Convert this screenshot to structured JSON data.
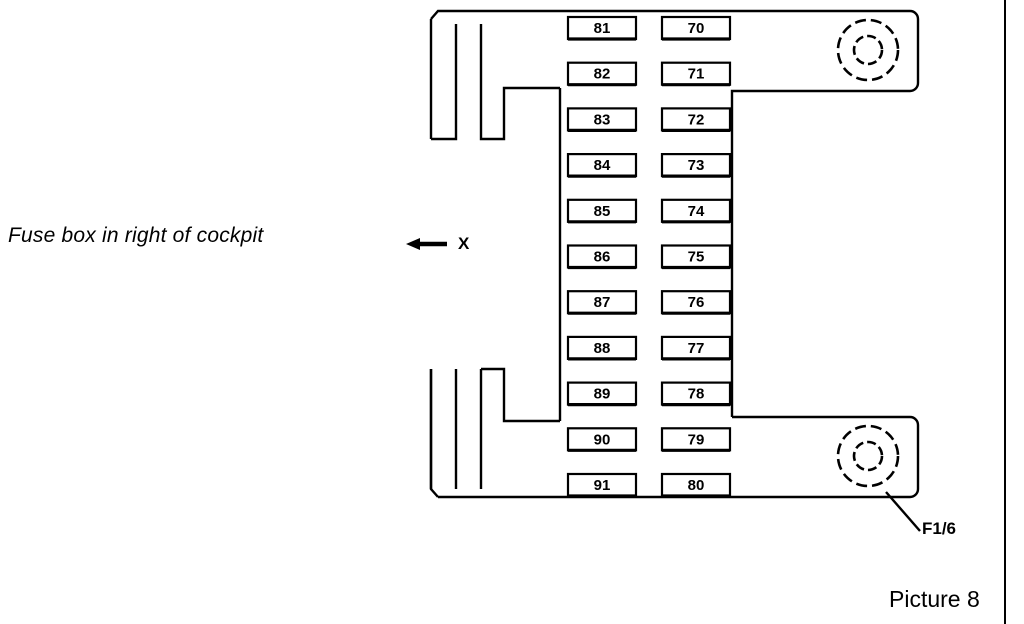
{
  "page": {
    "caption_left": "Fuse box in right of cockpit",
    "marker_label": "X",
    "callout_label": "F1/6",
    "picture_caption": "Picture 8"
  },
  "fuse_box": {
    "left_column": {
      "name": "fuse-column-left",
      "slots": [
        "81",
        "82",
        "83",
        "84",
        "85",
        "86",
        "87",
        "88",
        "89",
        "90",
        "91"
      ]
    },
    "right_column": {
      "name": "fuse-column-right",
      "slots": [
        "70",
        "71",
        "72",
        "73",
        "74",
        "75",
        "76",
        "77",
        "78",
        "79",
        "80"
      ]
    },
    "mounting_holes": [
      {
        "name": "mounting-hole-top-right"
      },
      {
        "name": "mounting-hole-bottom-right"
      }
    ]
  },
  "colors": {
    "stroke": "#000000",
    "background": "#ffffff"
  }
}
